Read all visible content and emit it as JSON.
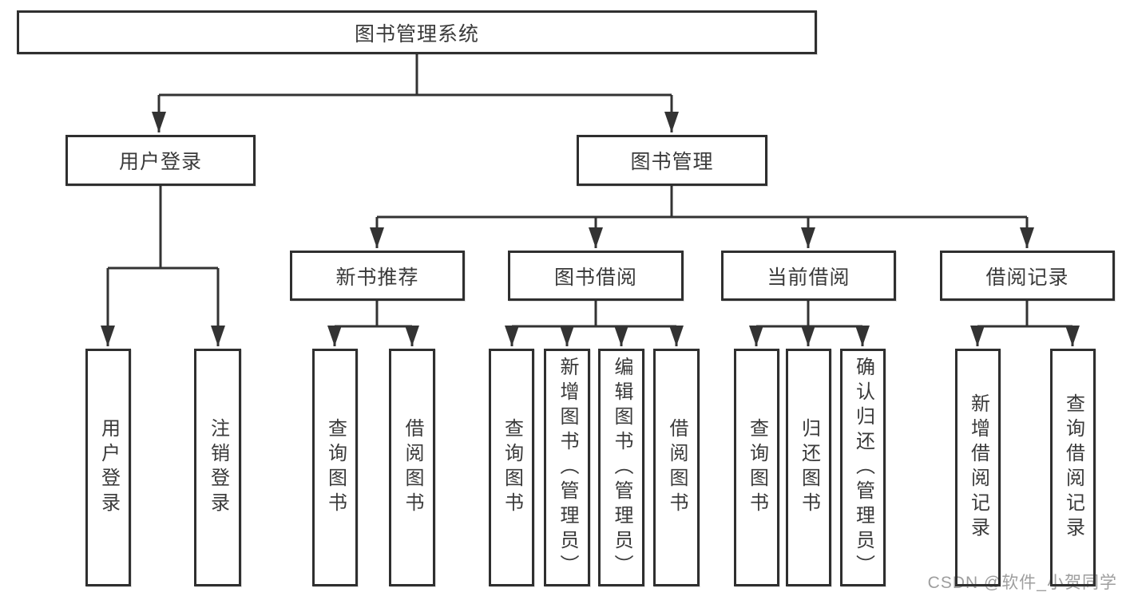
{
  "diagram": {
    "title": "图书管理系统",
    "root": {
      "label": "图书管理系统"
    },
    "level2": [
      {
        "id": "user-login",
        "label": "用户登录",
        "parent": "root"
      },
      {
        "id": "book-management",
        "label": "图书管理",
        "parent": "root"
      }
    ],
    "level3": [
      {
        "id": "new-book-recommend",
        "label": "新书推荐",
        "parent": "book-management"
      },
      {
        "id": "book-borrow",
        "label": "图书借阅",
        "parent": "book-management"
      },
      {
        "id": "current-borrow",
        "label": "当前借阅",
        "parent": "book-management"
      },
      {
        "id": "borrow-records",
        "label": "借阅记录",
        "parent": "book-management"
      }
    ],
    "leaves": [
      {
        "label": "用户登录",
        "parent": "user-login"
      },
      {
        "label": "注销登录",
        "parent": "user-login"
      },
      {
        "label": "查询图书",
        "parent": "new-book-recommend"
      },
      {
        "label": "借阅图书",
        "parent": "new-book-recommend"
      },
      {
        "label": "查询图书",
        "parent": "book-borrow"
      },
      {
        "label": "新增图书（管理员）",
        "parent": "book-borrow"
      },
      {
        "label": "编辑图书（管理员）",
        "parent": "book-borrow"
      },
      {
        "label": "借阅图书",
        "parent": "book-borrow"
      },
      {
        "label": "查询图书",
        "parent": "current-borrow"
      },
      {
        "label": "归还图书",
        "parent": "current-borrow"
      },
      {
        "label": "确认归还（管理员）",
        "parent": "current-borrow"
      },
      {
        "label": "新增借阅记录",
        "parent": "borrow-records"
      },
      {
        "label": "查询借阅记录",
        "parent": "borrow-records"
      }
    ]
  },
  "watermark": {
    "text": "CSDN @软件_小贺同学",
    "color": "#9e9e9e"
  },
  "colors": {
    "line": "#333333",
    "box_border": "#2f2f2f",
    "text": "#3a3a3a",
    "background": "#ffffff"
  }
}
